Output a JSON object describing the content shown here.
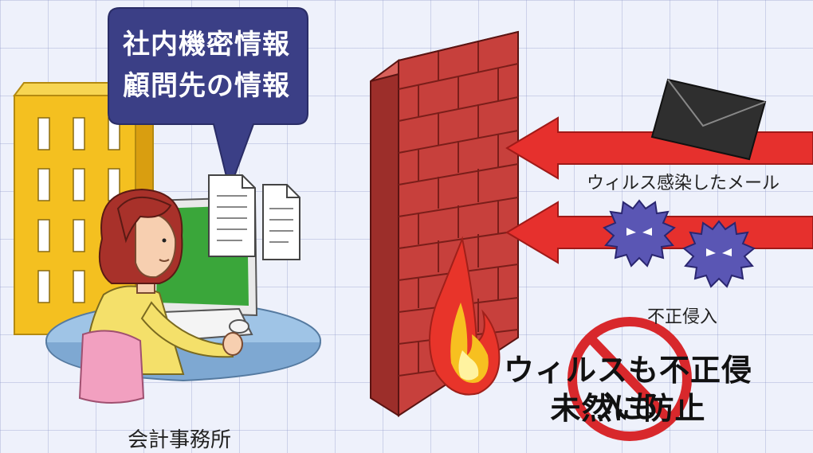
{
  "office": {
    "bubble_lines": [
      "社内機密情報",
      "顧問先の情報"
    ],
    "caption": "会計事務所"
  },
  "threats": {
    "mail_label": "ウィルス感染したメール",
    "intrusion_label": "不正侵入"
  },
  "slogan": {
    "line1": "ウィルスも不正侵入も",
    "line2": "未然に防止"
  },
  "colors": {
    "background": "#eef1fb",
    "bubble": "#3b3f86",
    "wall": "#c7403c",
    "arrow": "#e6302d",
    "virus": "#5a56b4",
    "building": "#f4c020",
    "monitor_screen": "#3aa63a",
    "prohibit_sign": "#d8282c"
  },
  "icons": [
    "envelope-icon",
    "virus-icon",
    "fire-icon",
    "prohibited-icon",
    "document-icon"
  ]
}
